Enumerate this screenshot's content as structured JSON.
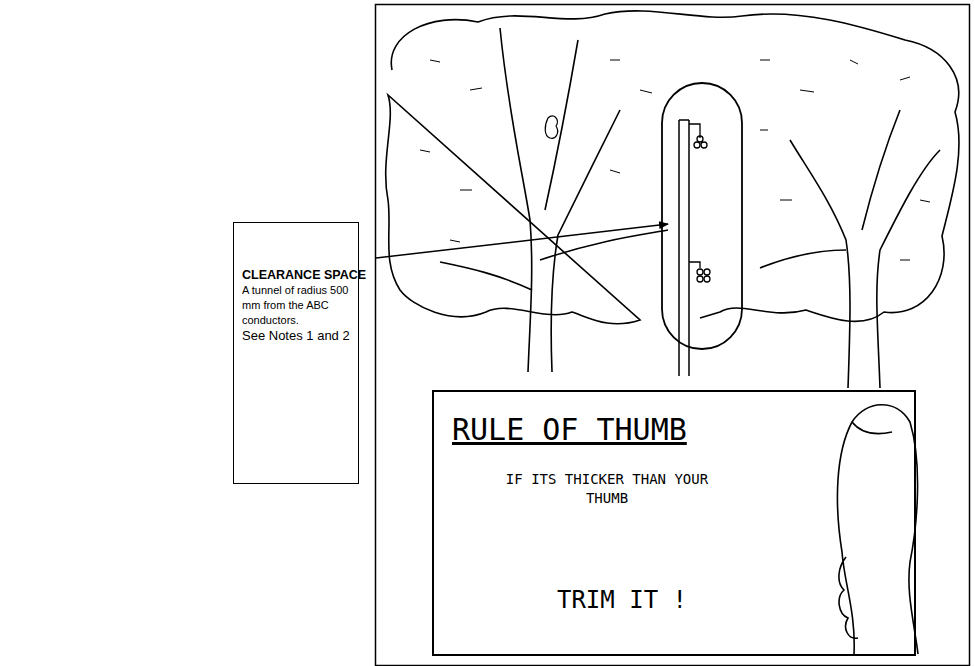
{
  "diagram": {
    "nodes": [
      {
        "text": [
          "CLEARANCE SPACE",
          "A tunnel of radius 500 mm from the ABC conductors.",
          "See Notes 1 and 2"
        ]
      },
      {
        "text": [
          "RULE OF THUMB",
          "IF ITS THICKER THAN YOUR THUMB",
          "TRIM IT !"
        ]
      }
    ]
  }
}
